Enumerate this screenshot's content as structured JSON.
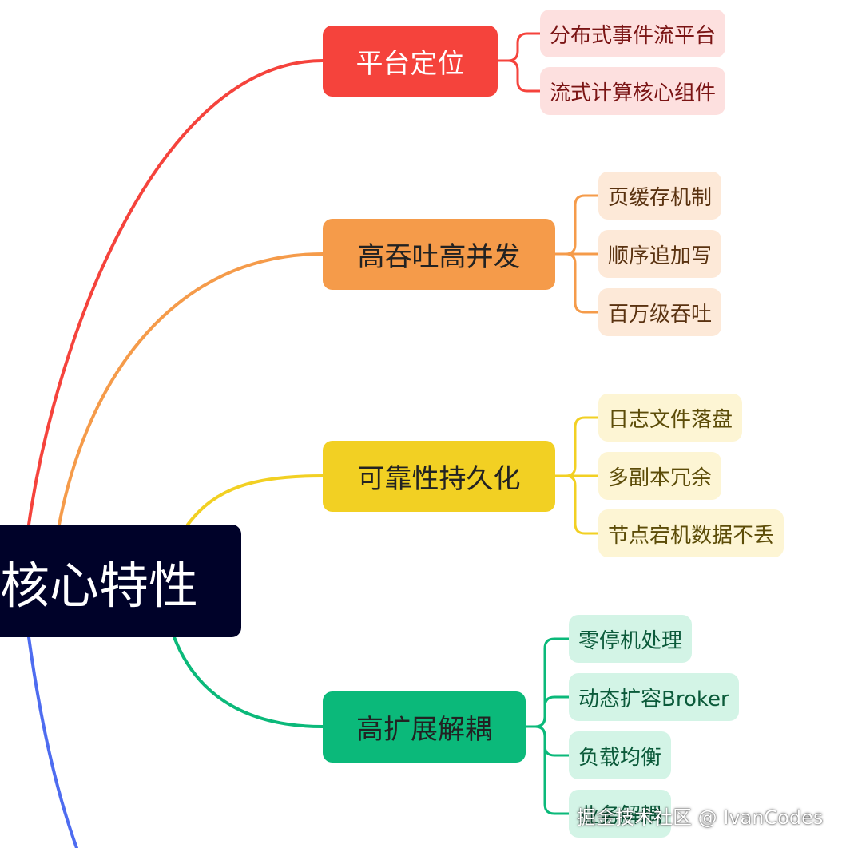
{
  "root": {
    "label": "核心特性"
  },
  "branches": [
    {
      "label": "平台定位",
      "color": "#f5433c",
      "text_color": "#ffffff",
      "leaf_bg": "#fde0df",
      "leaf_text": "#7a1414",
      "leaves": [
        "分布式事件流平台",
        "流式计算核心组件"
      ]
    },
    {
      "label": "高吞吐高并发",
      "color": "#f59b4a",
      "text_color": "#222222",
      "leaf_bg": "#fde9d8",
      "leaf_text": "#5a3210",
      "leaves": [
        "页缓存机制",
        "顺序追加写",
        "百万级吞吐"
      ]
    },
    {
      "label": "可靠性持久化",
      "color": "#f2d023",
      "text_color": "#222222",
      "leaf_bg": "#fdf5d4",
      "leaf_text": "#5c4c08",
      "leaves": [
        "日志文件落盘",
        "多副本冗余",
        "节点宕机数据不丢"
      ]
    },
    {
      "label": "高扩展解耦",
      "color": "#0bb97a",
      "text_color": "#222222",
      "leaf_bg": "#d3f4e6",
      "leaf_text": "#0b5a3a",
      "leaves": [
        "零停机处理",
        "动态扩容Broker",
        "负载均衡",
        "业务解耦"
      ]
    }
  ],
  "offscreen_branch_color": "#4e6cf0",
  "watermark": "掘金技术社区 @ IvanCodes"
}
